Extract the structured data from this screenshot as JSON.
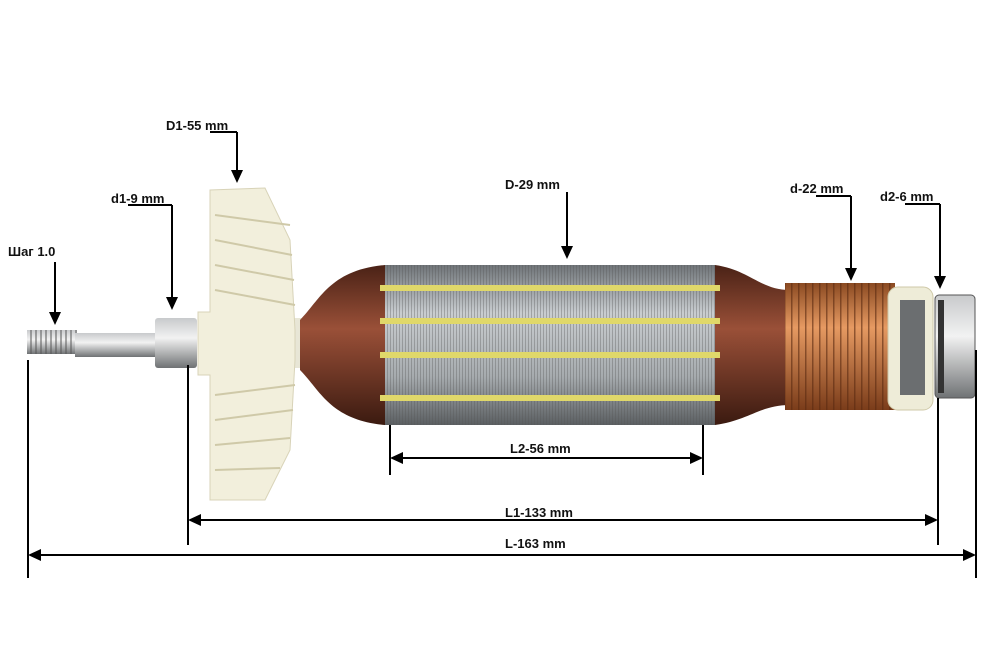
{
  "annotations": {
    "thread_pitch": "Шаг 1.0",
    "shaft_diameter": "d1-9 mm",
    "fan_diameter": "D1-55 mm",
    "rotor_diameter": "D-29 mm",
    "commutator_diameter": "d-22 mm",
    "bearing_diameter": "d2-6 mm",
    "core_length": "L2-56 mm",
    "shaft_length": "L1-133 mm",
    "total_length": "L-163 mm"
  },
  "colors": {
    "fan": "#f2efdc",
    "copper": "#c9743f",
    "winding": "#7a3a26",
    "core": "#9ea3a6",
    "slot": "#e0d86a"
  }
}
